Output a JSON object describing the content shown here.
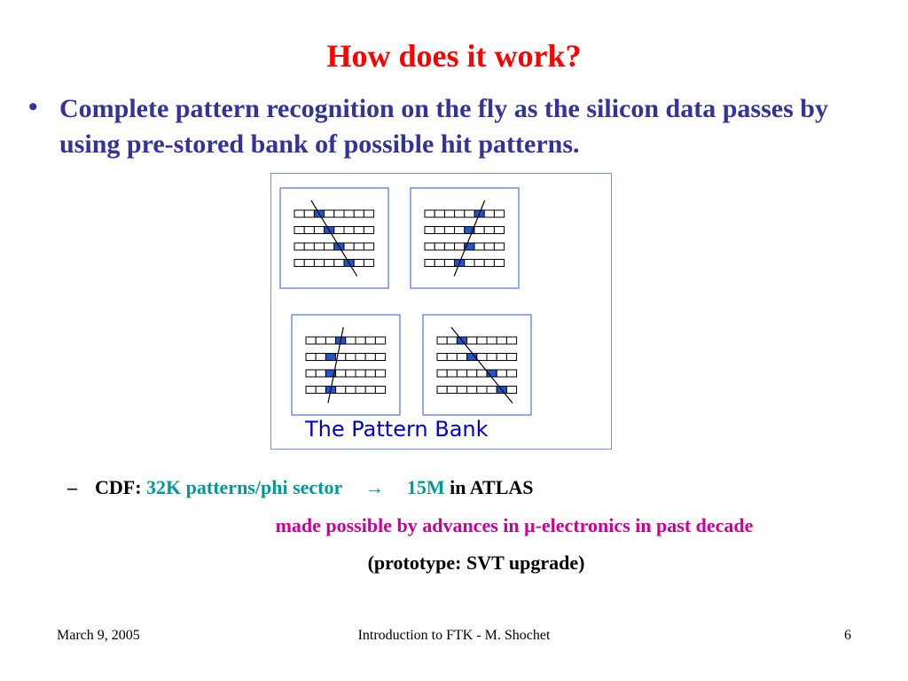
{
  "slide": {
    "title": "How does it work?",
    "bullet_symbol": "•",
    "bullet_text": "Complete pattern recognition on the fly as the silicon data passes by using pre-stored bank of possible hit patterns."
  },
  "pattern_bank": {
    "caption": "The Pattern Bank",
    "border_color": "#6f8ff0",
    "hit_color": "#2255cc",
    "patterns": [
      {
        "hits": [
          2,
          3,
          4,
          5
        ]
      },
      {
        "hits": [
          5,
          4,
          4,
          3
        ]
      },
      {
        "hits": [
          3,
          2,
          2,
          2
        ]
      },
      {
        "hits": [
          2,
          3,
          5,
          6
        ]
      }
    ]
  },
  "sub_bullet": {
    "dash": "–",
    "cdf_label": "CDF:",
    "cdf_value": "32K patterns/phi sector",
    "arrow": "→",
    "atlas_value": "15M",
    "atlas_label": "in ATLAS"
  },
  "note_line": "made possible by advances in μ-electronics in past decade",
  "prototype_line": "(prototype: SVT upgrade)",
  "footer": {
    "date": "March 9, 2005",
    "center": "Introduction to FTK - M. Shochet",
    "page": "6"
  }
}
